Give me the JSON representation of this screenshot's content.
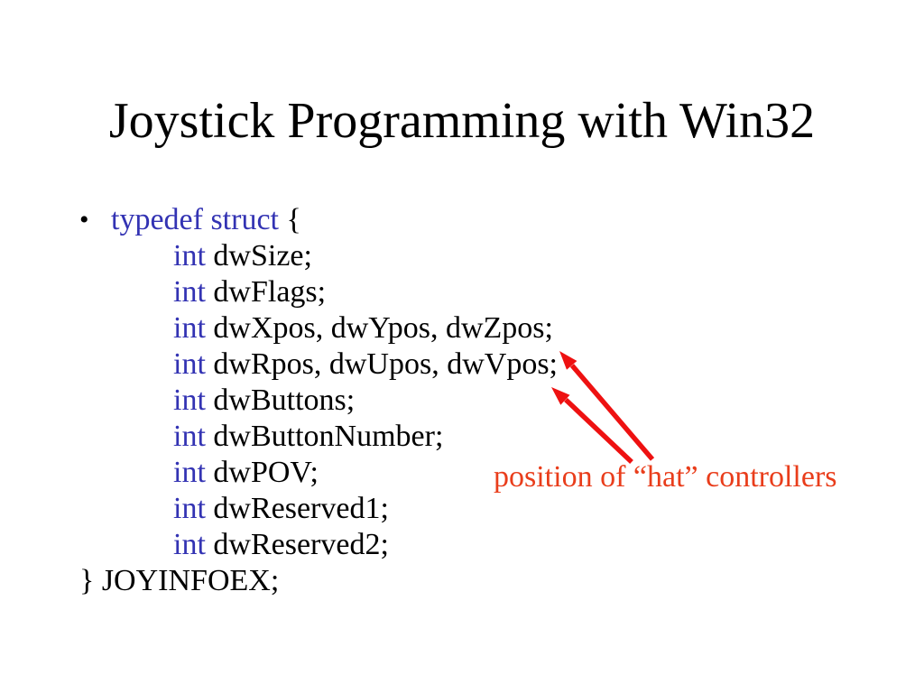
{
  "title": "Joystick Programming with Win32",
  "bullet_char": "•",
  "code": {
    "lines": [
      {
        "keyword": "typedef struct",
        "rest": " {"
      },
      {
        "keyword": "int",
        "rest": " dwSize;"
      },
      {
        "keyword": "int",
        "rest": " dwFlags;"
      },
      {
        "keyword": "int",
        "rest": " dwXpos, dwYpos, dwZpos;"
      },
      {
        "keyword": "int",
        "rest": " dwRpos, dwUpos, dwVpos;"
      },
      {
        "keyword": "int",
        "rest": " dwButtons;"
      },
      {
        "keyword": "int",
        "rest": " dwButtonNumber;"
      },
      {
        "keyword": "int",
        "rest": " dwPOV;"
      },
      {
        "keyword": "int",
        "rest": " dwReserved1;"
      },
      {
        "keyword": "int",
        "rest": " dwReserved2;"
      },
      {
        "keyword": "",
        "rest": "} JOYINFOEX;"
      }
    ]
  },
  "annotation": {
    "label": "position of “hat” controllers"
  },
  "colors": {
    "background": "#ffffff",
    "text": "#000000",
    "keyword": "#3333b3",
    "arrow": "#ee1111",
    "annotation_text": "#e93d1b"
  }
}
